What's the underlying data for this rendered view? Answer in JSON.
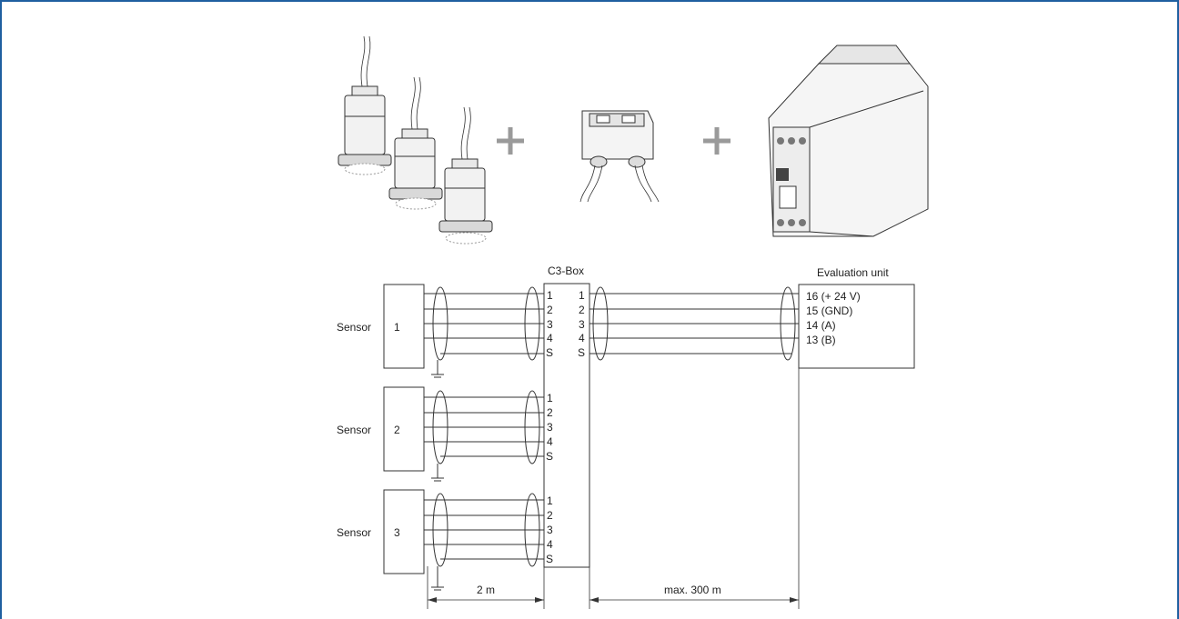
{
  "c3box": {
    "title": "C3-Box",
    "left_pins": [
      "1",
      "2",
      "3",
      "4",
      "S"
    ],
    "right_pins": [
      "1",
      "2",
      "3",
      "4",
      "S"
    ]
  },
  "evaluation_unit": {
    "title": "Evaluation unit",
    "terminals": [
      "16 (+ 24 V)",
      "15 (GND)",
      "14 (A)",
      "13 (B)"
    ]
  },
  "sensors": [
    {
      "label": "Sensor",
      "number": "1"
    },
    {
      "label": "Sensor",
      "number": "2"
    },
    {
      "label": "Sensor",
      "number": "3"
    }
  ],
  "dimensions": {
    "cable_short": "2 m",
    "cable_long": "max. 300 m"
  },
  "colors": {
    "frame": "#1f5fa0",
    "line": "#333333",
    "plus": "#9a9a9a"
  },
  "icons": [
    "ultrasonic-sensor-icon",
    "plus-icon",
    "c3-box-icon",
    "plus-icon",
    "evaluation-unit-icon"
  ]
}
